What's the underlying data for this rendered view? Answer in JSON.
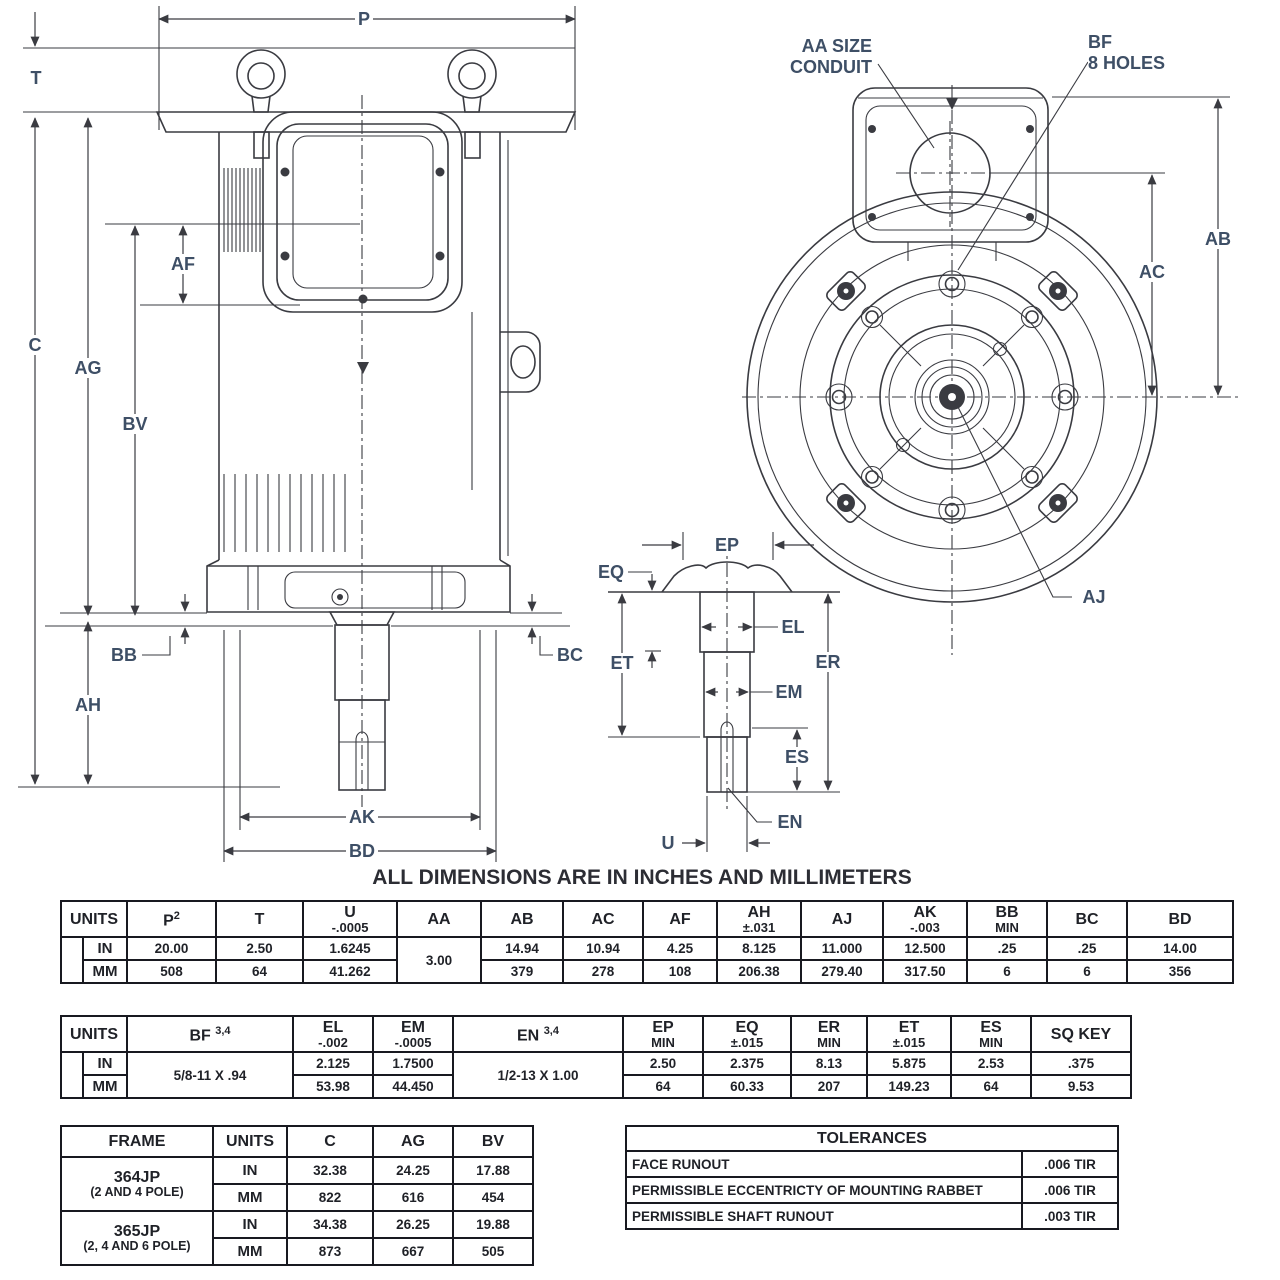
{
  "title": "ALL DIMENSIONS ARE IN INCHES AND MILLIMETERS",
  "colors": {
    "label_text": "#3e4f66",
    "line": "#3a3b41",
    "table_text": "#1f2127"
  },
  "units": {
    "header": "UNITS",
    "in": "IN",
    "mm": "MM"
  },
  "drawing": {
    "side": {
      "p": "P",
      "t": "T",
      "c": "C",
      "ag": "AG",
      "bv": "BV",
      "af": "AF",
      "bb": "BB",
      "ah": "AH",
      "bc": "BC",
      "ak": "AK",
      "bd": "BD"
    },
    "front": {
      "aa_line1": "AA SIZE",
      "aa_line2": "CONDUIT",
      "bf_line1": "BF",
      "bf_line2": "8 HOLES",
      "ab": "AB",
      "ac": "AC",
      "aj": "AJ"
    },
    "shaft": {
      "ep": "EP",
      "eq": "EQ",
      "et": "ET",
      "el": "EL",
      "em": "EM",
      "er": "ER",
      "es": "ES",
      "en": "EN",
      "u": "U"
    }
  },
  "table1": {
    "cols": [
      {
        "t": "P",
        "sup": "2"
      },
      {
        "t": "T"
      },
      {
        "t": "U",
        "sub": "-.0005"
      },
      {
        "t": "AA"
      },
      {
        "t": "AB"
      },
      {
        "t": "AC"
      },
      {
        "t": "AF"
      },
      {
        "t": "AH",
        "sub": "±.031"
      },
      {
        "t": "AJ"
      },
      {
        "t": "AK",
        "sub": "-.003"
      },
      {
        "t": "BB",
        "sub": "MIN"
      },
      {
        "t": "BC"
      },
      {
        "t": "BD"
      }
    ],
    "in": [
      "20.00",
      "2.50",
      "1.6245",
      "3.00",
      "14.94",
      "10.94",
      "4.25",
      "8.125",
      "11.000",
      "12.500",
      ".25",
      ".25",
      "14.00"
    ],
    "mm": [
      "508",
      "64",
      "41.262",
      "379",
      "278",
      "108",
      "206.38",
      "279.40",
      "317.50",
      "6",
      "6",
      "356"
    ]
  },
  "table2": {
    "cols": [
      {
        "t": "BF",
        "sup": "3,4"
      },
      {
        "t": "EL",
        "sub": "-.002"
      },
      {
        "t": "EM",
        "sub": "-.0005"
      },
      {
        "t": "EN",
        "sup": "3,4"
      },
      {
        "t": "EP",
        "sub": "MIN"
      },
      {
        "t": "EQ",
        "sub": "±.015"
      },
      {
        "t": "ER",
        "sub": "MIN"
      },
      {
        "t": "ET",
        "sub": "±.015"
      },
      {
        "t": "ES",
        "sub": "MIN"
      },
      {
        "t": "SQ KEY"
      }
    ],
    "in": [
      "5/8-11 X .94",
      "2.125",
      "1.7500",
      "1/2-13 X 1.00",
      "2.50",
      "2.375",
      "8.13",
      "5.875",
      "2.53",
      ".375"
    ],
    "mm": [
      "53.98",
      "44.450",
      "64",
      "60.33",
      "207",
      "149.23",
      "64",
      "9.53"
    ]
  },
  "table3": {
    "headers": {
      "frame": "FRAME",
      "units": "UNITS",
      "c": "C",
      "ag": "AG",
      "bv": "BV"
    },
    "rows": [
      {
        "frame": "364JP",
        "note": "(2 AND 4 POLE)",
        "in": [
          "32.38",
          "24.25",
          "17.88"
        ],
        "mm": [
          "822",
          "616",
          "454"
        ]
      },
      {
        "frame": "365JP",
        "note": "(2, 4 AND 6 POLE)",
        "in": [
          "34.38",
          "26.25",
          "19.88"
        ],
        "mm": [
          "873",
          "667",
          "505"
        ]
      }
    ]
  },
  "tolerances": {
    "title": "TOLERANCES",
    "rows": [
      {
        "label": "FACE RUNOUT",
        "value": ".006 TIR"
      },
      {
        "label": "PERMISSIBLE ECCENTRICTY OF MOUNTING RABBET",
        "value": ".006 TIR"
      },
      {
        "label": "PERMISSIBLE SHAFT RUNOUT",
        "value": ".003 TIR"
      }
    ]
  }
}
